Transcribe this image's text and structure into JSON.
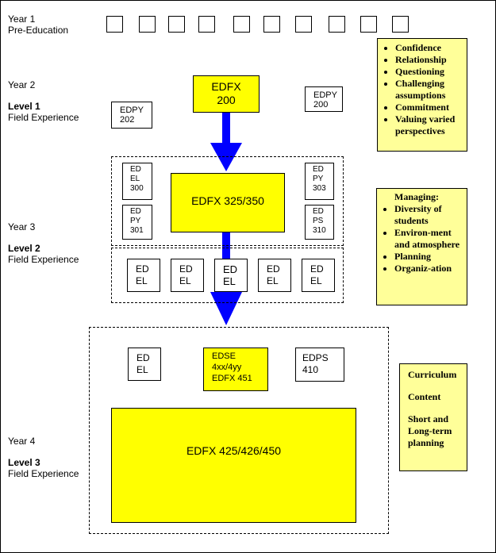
{
  "years": {
    "y1": {
      "year": "Year 1",
      "sub": "Pre-Education"
    },
    "y2": {
      "year": "Year 2",
      "level": "Level 1",
      "sub": "Field Experience"
    },
    "y3": {
      "year": "Year 3",
      "level": "Level 2",
      "sub": "Field Experience"
    },
    "y4": {
      "year": "Year 4",
      "level": "Level 3",
      "sub": "Field Experience"
    }
  },
  "courses": {
    "edfx200_a": "EDFX",
    "edfx200_b": "200",
    "edpy202_a": "EDPY",
    "edpy202_b": "202",
    "edpy200_a": "EDPY",
    "edpy200_b": "200",
    "edfx325": "EDFX 325/350",
    "edel300": [
      "ED",
      "EL",
      "300"
    ],
    "edpy301": [
      "ED",
      "PY",
      "301"
    ],
    "edpy303": [
      "ED",
      "PY",
      "303"
    ],
    "edps310": [
      "ED",
      "PS",
      "310"
    ],
    "edel_a": "ED",
    "edel_b": "EL",
    "edse": [
      "EDSE",
      "4xx/4yy",
      "EDFX 451"
    ],
    "edps410_a": "EDPS",
    "edps410_b": "410",
    "edfx425": "EDFX 425/426/450"
  },
  "notes": {
    "level1": [
      "Confidence",
      "Relationship",
      "Questioning",
      "Challenging assumptions",
      "Commitment",
      "Valuing varied perspectives"
    ],
    "level2_title": "Managing:",
    "level2": [
      "Diversity of students",
      "Environ-ment and atmosphere",
      "Planning",
      "Organiz-ation"
    ],
    "level3": [
      "Curriculum",
      "Content",
      "Short and Long-term planning"
    ]
  },
  "colors": {
    "highlight": "#ffff00",
    "note": "#ffff99",
    "arrow": "#0000ff"
  }
}
